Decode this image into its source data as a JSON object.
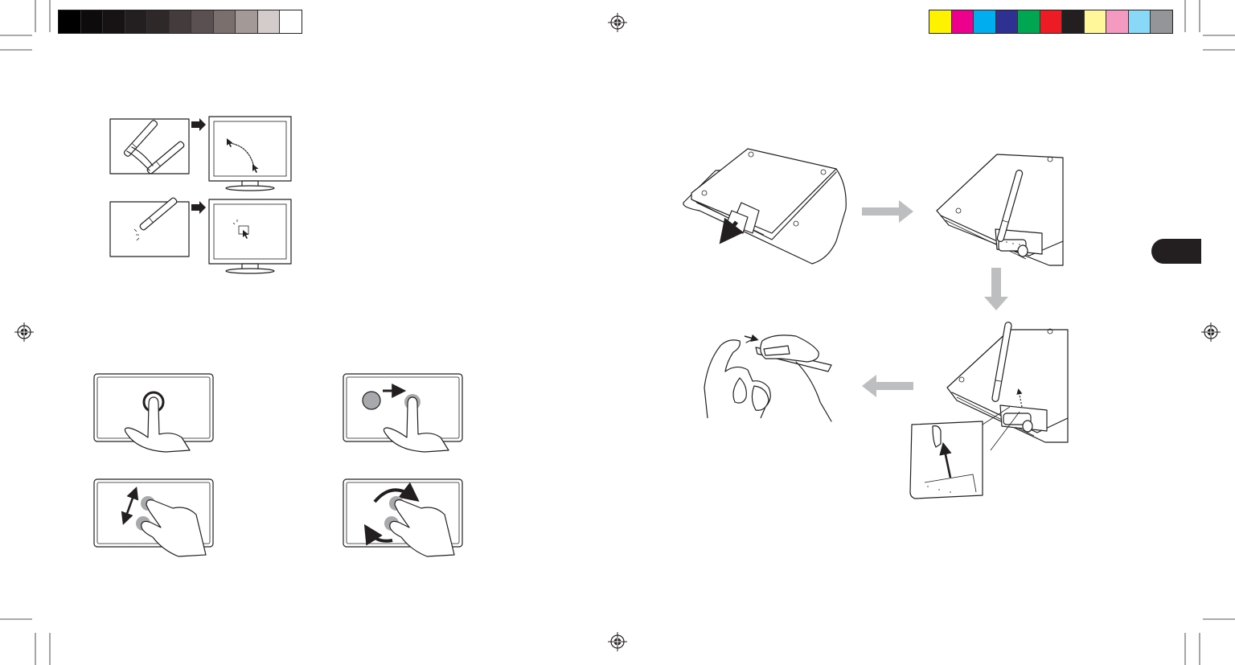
{
  "print_marks": {
    "grayscale_bar": [
      "#000000",
      "#0d0b0b",
      "#171314",
      "#231f20",
      "#2f2829",
      "#433b3c",
      "#5a5051",
      "#7a6f6d",
      "#a39997",
      "#d4cccb",
      "#ffffff"
    ],
    "color_bar": [
      "#fff200",
      "#ec008c",
      "#00aeef",
      "#2e3192",
      "#00a651",
      "#ed1c24",
      "#231f20",
      "#fff799",
      "#f49ac1",
      "#8ad8f8",
      "#939598"
    ],
    "registration_icon": "registration-target-icon",
    "thumb_tab_color": "#231f20",
    "arrow_gray": "#bcbec0"
  },
  "figures": {
    "pen_drag": {
      "icon": "pen-drag-to-cursor-move-illustration"
    },
    "pen_tap": {
      "icon": "pen-tap-to-click-illustration"
    },
    "touch_tap": {
      "icon": "one-finger-tap-illustration"
    },
    "touch_drag": {
      "icon": "one-finger-drag-illustration"
    },
    "touch_zoom": {
      "icon": "two-finger-zoom-illustration"
    },
    "touch_rotate": {
      "icon": "two-finger-rotate-illustration"
    },
    "nib_step1": {
      "icon": "tablet-open-compartment-illustration"
    },
    "nib_step2": {
      "icon": "pen-insert-into-holder-illustration"
    },
    "nib_step3": {
      "icon": "pen-pull-nib-illustration"
    },
    "nib_step4": {
      "icon": "replace-nib-by-hand-illustration"
    }
  }
}
